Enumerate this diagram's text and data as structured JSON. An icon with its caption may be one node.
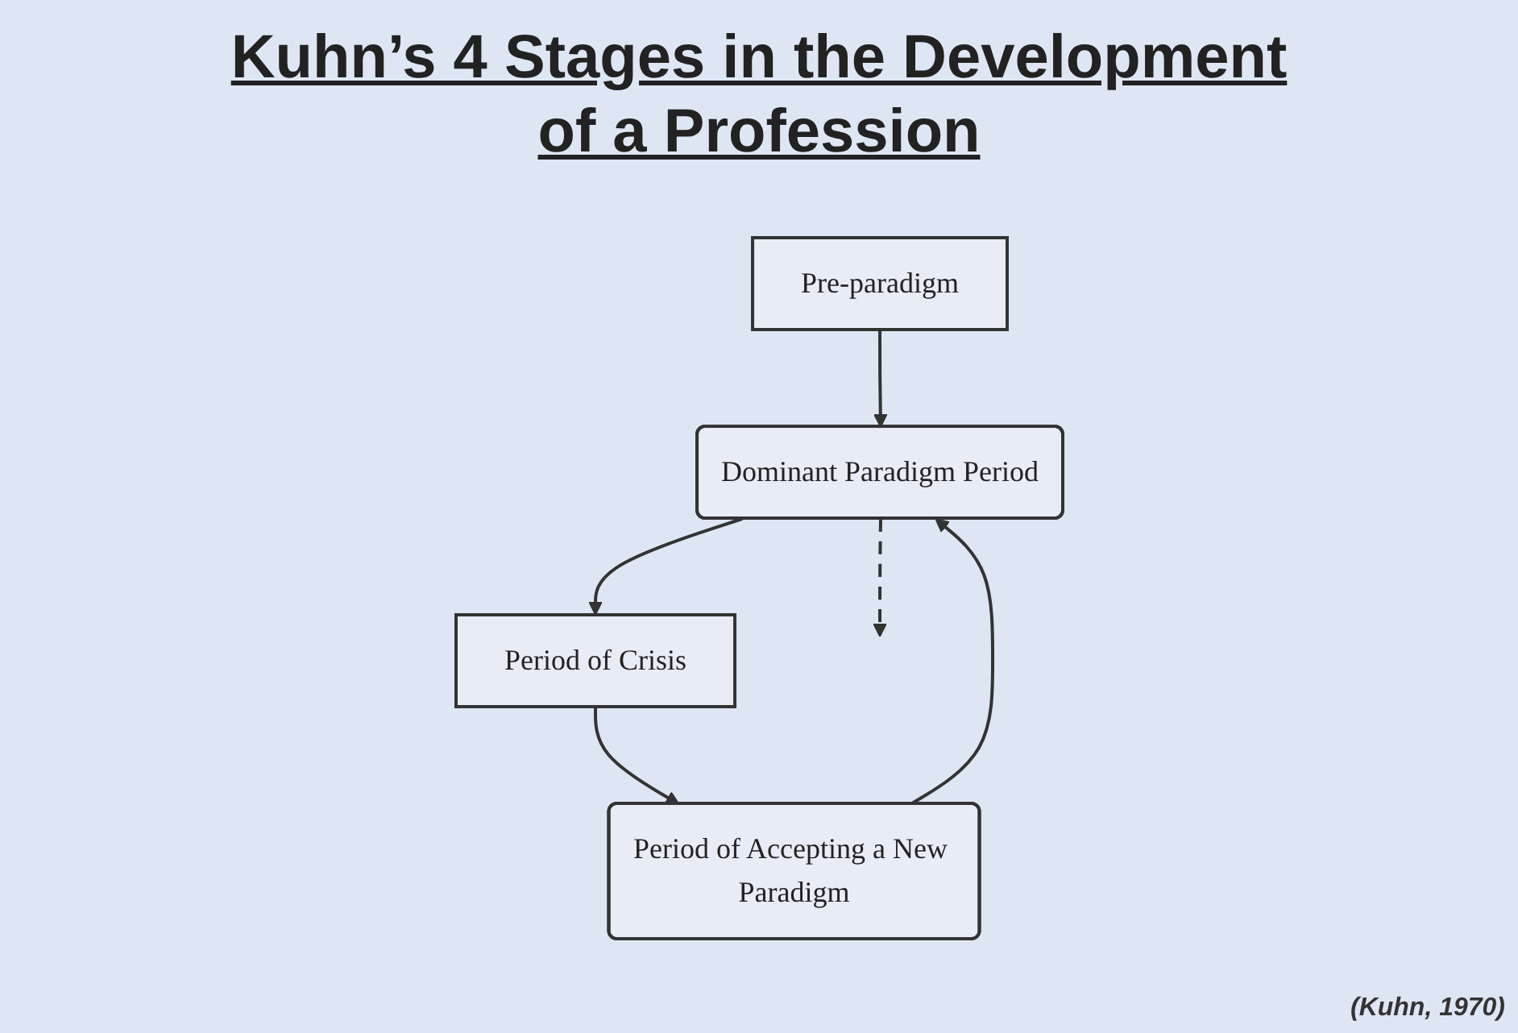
{
  "diagram": {
    "title": "Kuhn’s 4 Stages in the Development of a Profession",
    "caption": "(Kuhn, 1970)",
    "nodes": [
      {
        "text": [
          "Pre-paradigm"
        ]
      },
      {
        "text": [
          "Dominant Paradigm Period"
        ]
      },
      {
        "text": [
          "Period of Accepting a New Paradigm"
        ]
      },
      {
        "text": [
          "Period of Crisis"
        ]
      }
    ],
    "edges": [
      {
        "from": 0,
        "to": 1,
        "arrow": "to"
      },
      {
        "from": 1,
        "to": 3,
        "arrow": "to"
      },
      {
        "from": 3,
        "to": 2,
        "arrow": "to"
      },
      {
        "from": 2,
        "to": 1,
        "arrow": "to"
      },
      {
        "from": 1,
        "to": null,
        "arrow": "to",
        "style": "dashed"
      }
    ]
  }
}
